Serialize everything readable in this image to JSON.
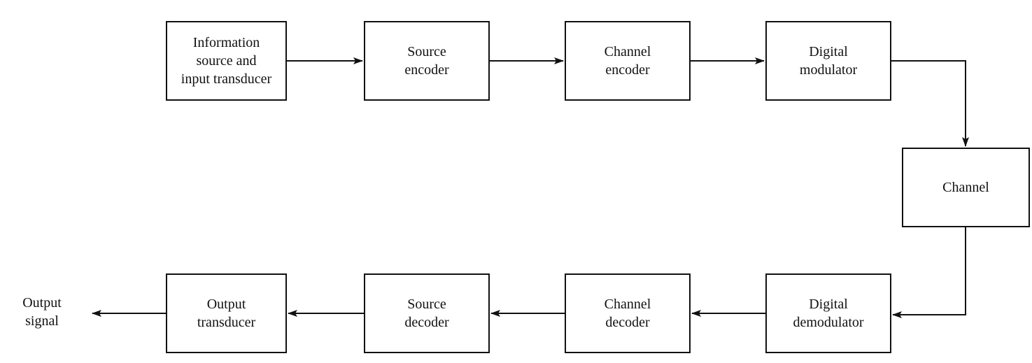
{
  "blocks": {
    "info_source": [
      "Information",
      "source and",
      "input transducer"
    ],
    "source_encoder": [
      "Source",
      "encoder"
    ],
    "channel_encoder": [
      "Channel",
      "encoder"
    ],
    "digital_modulator": [
      "Digital",
      "modulator"
    ],
    "channel": [
      "Channel"
    ],
    "digital_demodulator": [
      "Digital",
      "demodulator"
    ],
    "channel_decoder": [
      "Channel",
      "decoder"
    ],
    "source_decoder": [
      "Source",
      "decoder"
    ],
    "output_transducer": [
      "Output",
      "transducer"
    ]
  },
  "output_label": [
    "Output",
    "signal"
  ]
}
